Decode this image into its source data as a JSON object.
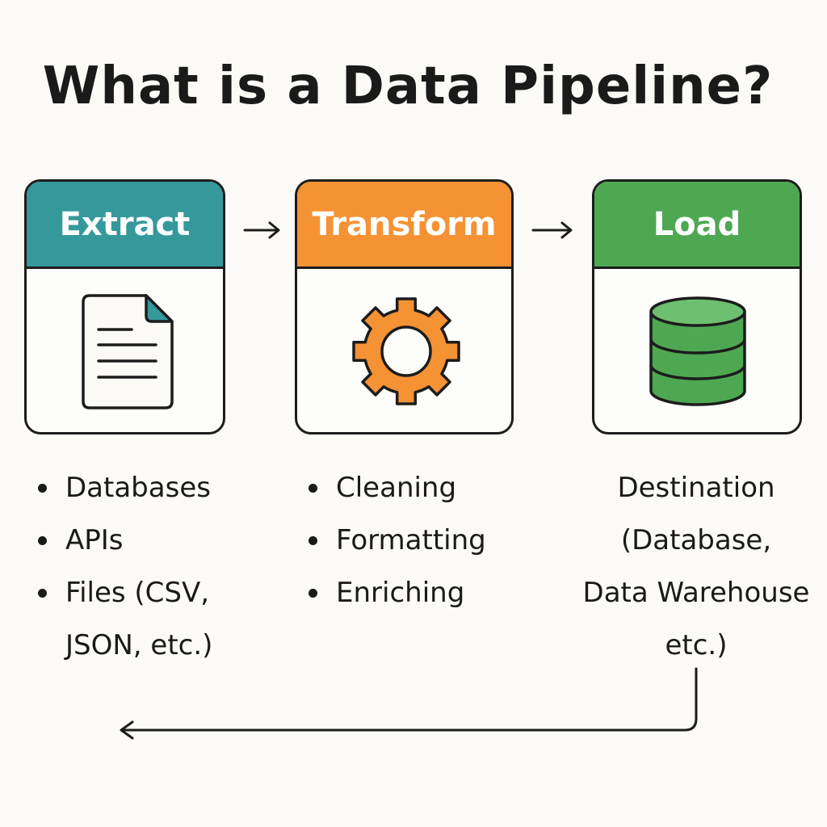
{
  "title": "What is a Data Pipeline?",
  "stages": [
    {
      "label": "Extract",
      "color": "#35999b",
      "icon": "document-icon"
    },
    {
      "label": "Transform",
      "color": "#f59234",
      "icon": "gear-icon"
    },
    {
      "label": "Load",
      "color": "#4ea852",
      "icon": "database-icon"
    }
  ],
  "extract_items": [
    "Databases",
    "APIs",
    "Files (CSV,",
    "JSON, etc.)"
  ],
  "transform_items": [
    "Cleaning",
    "Formatting",
    "Enriching"
  ],
  "load_text": [
    "Destination",
    "(Database,",
    "Data Warehouse",
    "etc.)"
  ]
}
